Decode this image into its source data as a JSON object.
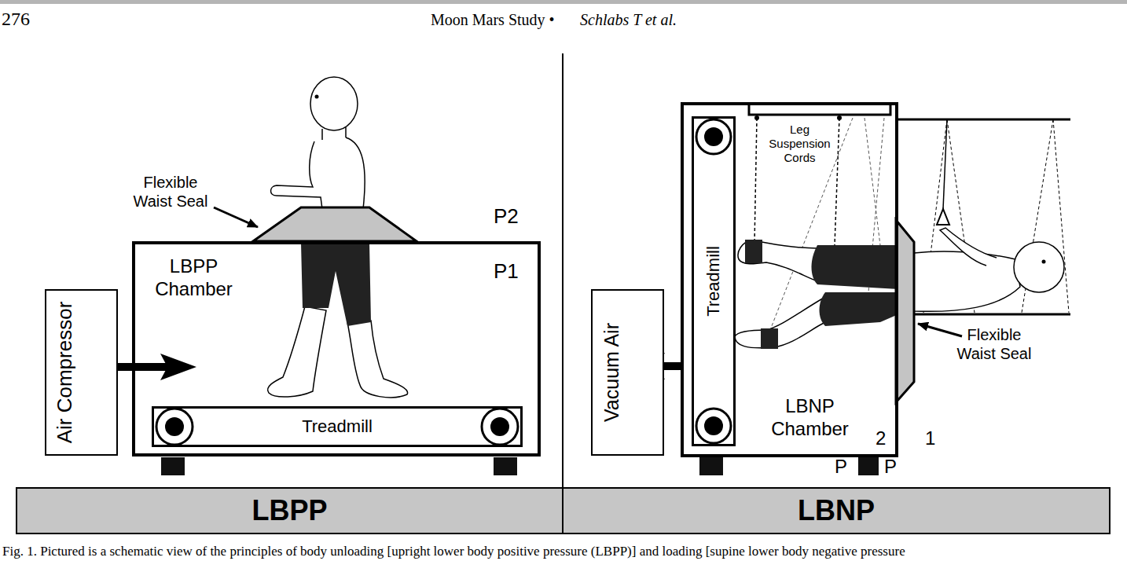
{
  "diagram": {
    "caption": "Fig. 1. Pictured is a schematic view of the principles of body unloading [upright lower body positive pressure (LBPP)] and loading [supine lower body negative pressure",
    "nodes": [
      {
        "text": [
          "Air Compressor"
        ]
      },
      {
        "text": [
          "LBPP Chamber"
        ]
      },
      {
        "text": [
          "Treadmill"
        ],
        "in": 1
      },
      {
        "text": [
          "Vacuum Air"
        ]
      },
      {
        "text": [
          "LBNP Chamber"
        ]
      },
      {
        "text": [
          "Treadmill"
        ],
        "in": 4
      },
      {
        "text": [
          "LBPP"
        ]
      },
      {
        "text": [
          "LBNP"
        ]
      }
    ],
    "edges": [
      {
        "from": 0,
        "to": 1,
        "arrow": "to"
      },
      {
        "from": 4,
        "to": 3,
        "arrow": "to"
      }
    ],
    "labels": [
      "276",
      "Moon Mars Study •",
      "Schlabs T et al.",
      "Flexible Waist Seal",
      "P2",
      "P1",
      "Leg Suspension Cords",
      "Flexible Waist Seal",
      "2",
      "1",
      "P",
      "P"
    ]
  }
}
